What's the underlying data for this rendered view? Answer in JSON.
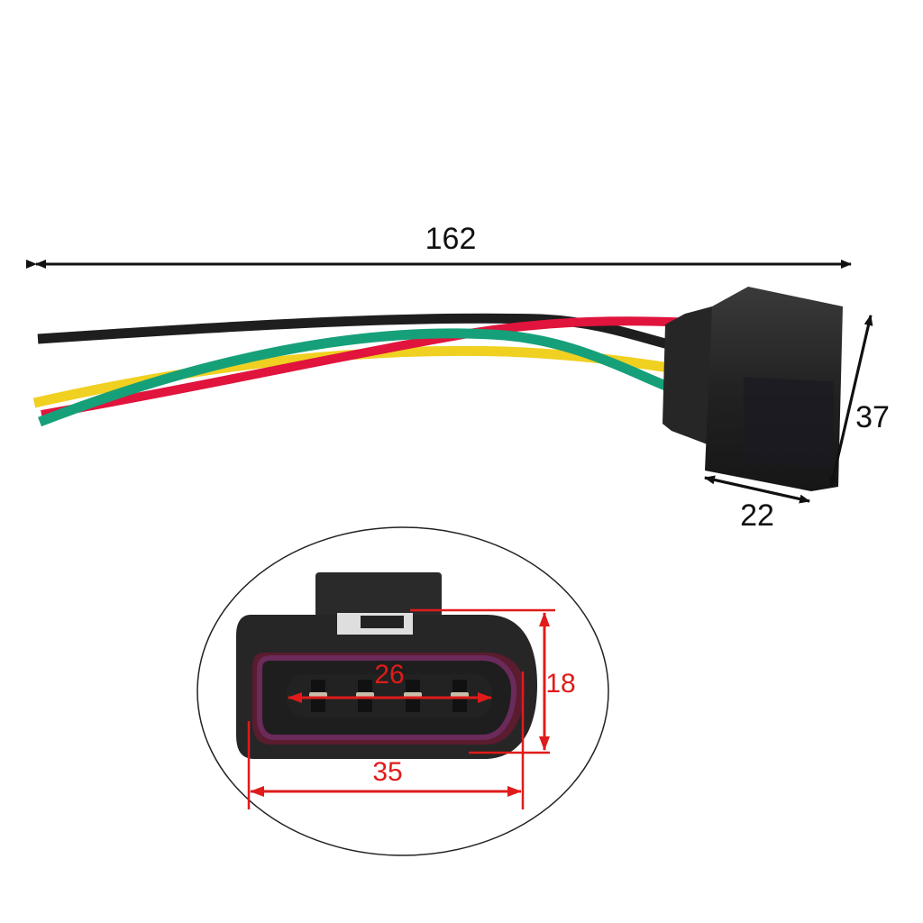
{
  "product": "4-pin connector pigtail with wires",
  "colors": {
    "dimension_black": "#111111",
    "dimension_red": "#e01b1b",
    "housing": "#2a2a2a",
    "wire_black": "#1e1e1e",
    "wire_red": "#e0143c",
    "wire_green": "#16a07a",
    "wire_yellow": "#f0d020",
    "seal_purple": "#6a2a5a"
  },
  "dimensions": {
    "overall_length": "162",
    "connector_height": "37",
    "connector_depth": "22",
    "face_width": "35",
    "face_height": "18",
    "pin_span": "26"
  },
  "wires": [
    "black",
    "red",
    "yellow",
    "green"
  ],
  "pin_count": 4
}
